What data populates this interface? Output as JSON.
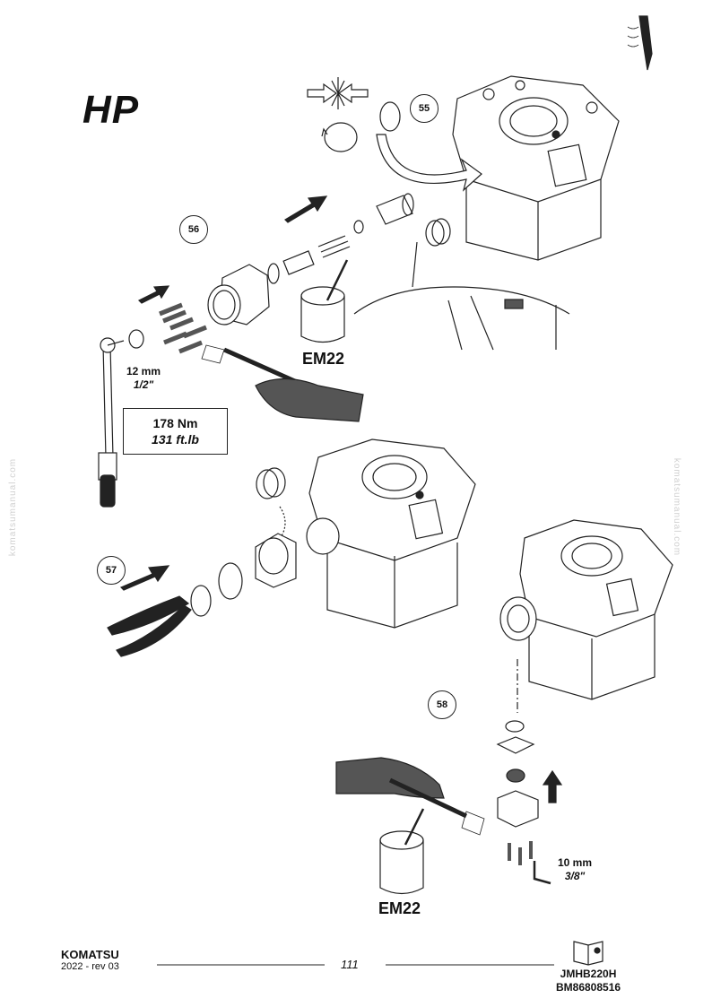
{
  "page": {
    "title": "HP",
    "watermark": "komatsumanual.com"
  },
  "steps": [
    {
      "number": "55"
    },
    {
      "number": "56"
    },
    {
      "number": "57"
    },
    {
      "number": "58"
    }
  ],
  "torque_tool": {
    "wrench_size_mm": "12 mm",
    "wrench_size_in": "1/2\"",
    "torque_nm": "178 Nm",
    "torque_ftlb": "131 ft.lb"
  },
  "hex_key": {
    "size_mm": "10 mm",
    "size_in": "3/8\""
  },
  "compound": {
    "label_1": "EM22",
    "label_2": "EM22"
  },
  "footer": {
    "brand": "KOMATSU",
    "revision": "2022 -   rev 03",
    "page_number": "111",
    "doc_code_1": "JMHB220H",
    "doc_code_2": "BM86808516"
  }
}
